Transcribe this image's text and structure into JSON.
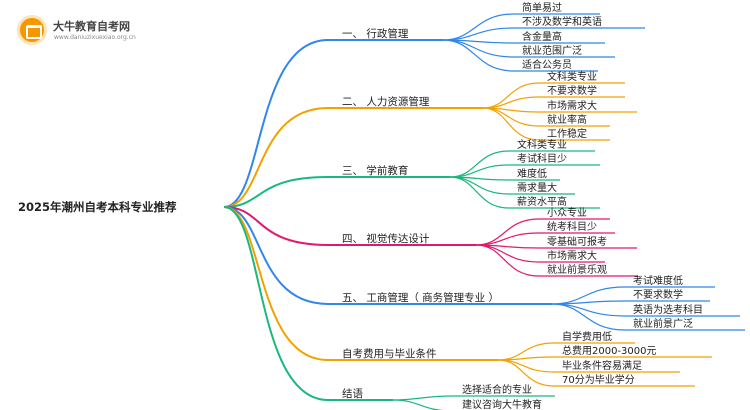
{
  "logo": {
    "title": "大牛教育自考网",
    "url": "www.daniuzixuexiao.org.cn"
  },
  "root": "2025年潮州自考本科专业推荐",
  "branches": [
    {
      "label": "一、 行政管理",
      "color": "#2f86eb",
      "children": [
        "简单易过",
        "不涉及数学和英语",
        "含金量高",
        "就业范围广泛",
        "适合公务员"
      ]
    },
    {
      "label": "二、 人力资源管理",
      "color": "#f2a200",
      "children": [
        "文科类专业",
        "不要求数学",
        "市场需求大",
        "就业率高",
        "工作稳定"
      ]
    },
    {
      "label": "三、 学前教育",
      "color": "#19b87d",
      "children": [
        "文科类专业",
        "考试科目少",
        "难度低",
        "需求量大",
        "薪资水平高"
      ]
    },
    {
      "label": "四、 视觉传达设计",
      "color": "#e3176e",
      "children": [
        "小众专业",
        "统考科目少",
        "零基础可报考",
        "市场需求大",
        "就业前景乐观"
      ]
    },
    {
      "label": "五、 工商管理（ 商务管理专业 ）",
      "color": "#2f86eb",
      "children": [
        "考试难度低",
        "不要求数学",
        "英语为选考科目",
        "就业前景广泛"
      ]
    },
    {
      "label": "自考费用与毕业条件",
      "color": "#f2a200",
      "children": [
        "自学费用低",
        "总费用2000-3000元",
        "毕业条件容易满足",
        "70分为毕业学分"
      ]
    },
    {
      "label": "结语",
      "color": "#19b87d",
      "children": [
        "选择适合的专业",
        "建议咨询大牛教育"
      ]
    }
  ]
}
